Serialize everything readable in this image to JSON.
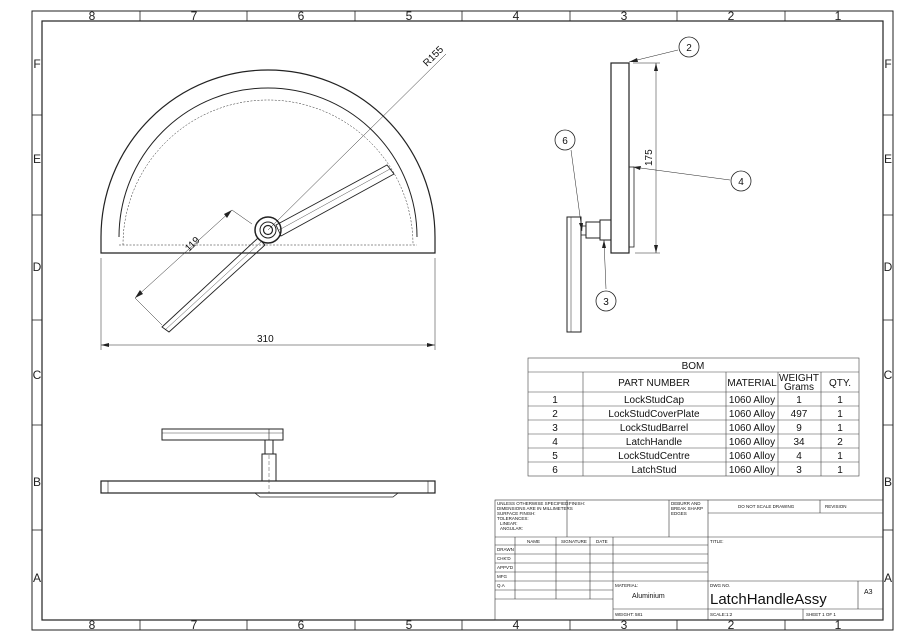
{
  "border": {
    "columns": [
      "8",
      "7",
      "6",
      "5",
      "4",
      "3",
      "2",
      "1"
    ],
    "rows": [
      "F",
      "E",
      "D",
      "C",
      "B",
      "A"
    ]
  },
  "dimensions": {
    "radius": "R155",
    "handle_length": "119",
    "width": "310",
    "height": "175"
  },
  "balloons": [
    "2",
    "4",
    "6",
    "3"
  ],
  "bom": {
    "title": "BOM",
    "headers": [
      "",
      "PART NUMBER",
      "MATERIAL",
      "WEIGHT",
      "Grams",
      "QTY."
    ],
    "rows": [
      {
        "item": "1",
        "part": "LockStudCap",
        "material": "1060 Alloy",
        "weight": "1",
        "qty": "1"
      },
      {
        "item": "2",
        "part": "LockStudCoverPlate",
        "material": "1060 Alloy",
        "weight": "497",
        "qty": "1"
      },
      {
        "item": "3",
        "part": "LockStudBarrel",
        "material": "1060 Alloy",
        "weight": "9",
        "qty": "1"
      },
      {
        "item": "4",
        "part": "LatchHandle",
        "material": "1060 Alloy",
        "weight": "34",
        "qty": "2"
      },
      {
        "item": "5",
        "part": "LockStudCentre",
        "material": "1060 Alloy",
        "weight": "4",
        "qty": "1"
      },
      {
        "item": "6",
        "part": "LatchStud",
        "material": "1060 Alloy",
        "weight": "3",
        "qty": "1"
      }
    ]
  },
  "title_block": {
    "spec_lines": [
      "UNLESS OTHERWISE SPECIFIED:",
      "DIMENSIONS ARE IN MILLIMETERS",
      "SURFACE FINISH:",
      "TOLERANCES:",
      "  LINEAR:",
      "  ANGULAR:"
    ],
    "finish": "FINISH:",
    "deburr": [
      "DEBURR AND",
      "BREAK SHARP",
      "EDGES"
    ],
    "do_not_scale": "DO NOT SCALE DRAWING",
    "revision": "REVISION",
    "col_headers": [
      "NAME",
      "SIGNATURE",
      "DATE"
    ],
    "row_labels": [
      "DRAWN",
      "CHK'D",
      "APPV'D",
      "MFG",
      "Q.A"
    ],
    "title_label": "TITLE:",
    "material_label": "MATERIAL:",
    "material": "Aluminium",
    "dwg_no_label": "DWG NO.",
    "dwg_no": "LatchHandleAssy",
    "size": "A3",
    "weight": "WEIGHT: 581",
    "scale": "SCALE:1:2",
    "sheet": "SHEET 1 OF 1"
  }
}
